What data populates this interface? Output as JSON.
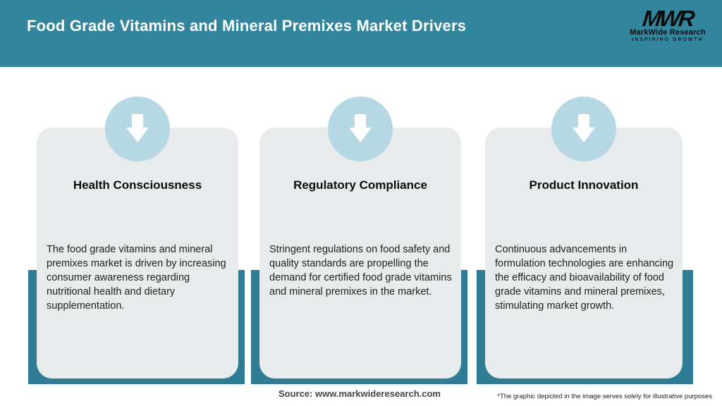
{
  "header": {
    "title": "Food Grade Vitamins and Mineral Premixes Market Drivers",
    "logo": {
      "monogram": "MWR",
      "name": "MarkWide Research",
      "tagline": "INSPIRING GROWTH"
    }
  },
  "cards": [
    {
      "title": "Health Consciousness",
      "body": "The food grade vitamins and mineral premixes market is driven by increasing consumer awareness regarding nutritional health and dietary supplementation."
    },
    {
      "title": "Regulatory Compliance",
      "body": "Stringent regulations on food safety and quality standards are propelling the demand for certified food grade vitamins and mineral premixes in the market."
    },
    {
      "title": "Product Innovation",
      "body": "Continuous advancements in formulation technologies are enhancing the efficacy and bioavailability of food grade vitamins and mineral premixes, stimulating market growth."
    }
  ],
  "footer": {
    "source": "Source: www.markwideresearch.com",
    "disclaimer": "*The graphic depicted in the image serves solely for illustrative purposes"
  },
  "colors": {
    "header_teal": "#31869E",
    "band_teal": "#2F7D94",
    "circle_blue": "#B5D8E4",
    "card_bg": "#E8EBEB"
  }
}
